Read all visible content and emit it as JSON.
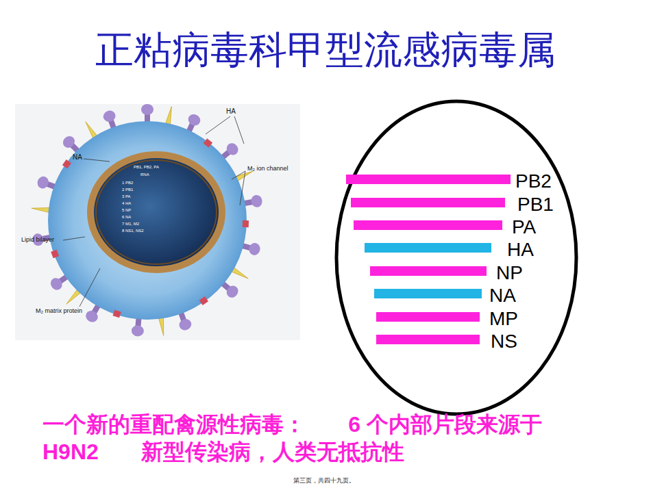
{
  "diagram": {
    "title": "正粘病毒科甲型流感病毒属",
    "caption": "一个新的重配禽源性病毒：       6 个内部片段来源于 H9N2       新型传染病，人类无抵抗性",
    "nodes": [
      {
        "text": [
          "PB2",
          "PB1",
          "PA",
          "HA",
          "NP",
          "NA",
          "MP",
          "NS"
        ]
      }
    ],
    "labels": [
      "HA",
      "NA",
      "M₂ ion channel",
      "Lipid bilayer",
      "M₂ matrix protein",
      "PB1, PB2, PA",
      "RNA",
      "1 PB2",
      "2 PB1",
      "3 PA",
      "4 HA",
      "5 NP",
      "6 NA",
      "7 M1, M2",
      "8 NS1, NS2",
      "第三页，共四十九页。"
    ]
  }
}
